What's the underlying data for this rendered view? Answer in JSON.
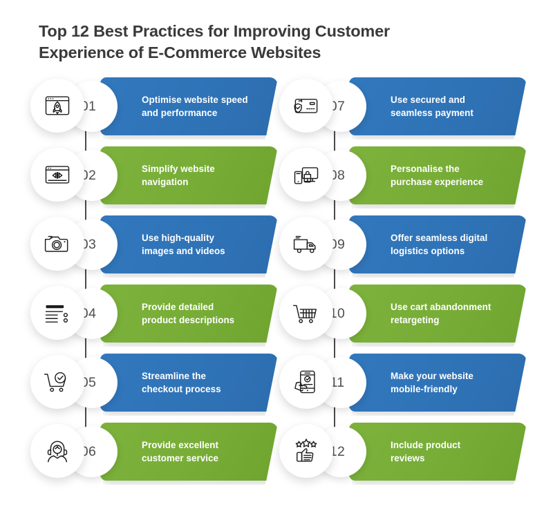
{
  "title": {
    "line1": "Top 12 Best Practices for Improving Customer",
    "line2": "Experience of E-Commerce Websites"
  },
  "colors": {
    "blue": "#2f73b7",
    "green": "#77ad36",
    "title_text": "#3a3a3a",
    "number_text": "#4f4f4f",
    "banner_text": "#ffffff",
    "spine": "#4a4a4a",
    "background": "#ffffff",
    "icon_stroke": "#1d1d1d"
  },
  "columns": [
    {
      "name": "left-column",
      "items": [
        {
          "number": "01",
          "text_line1": "Optimise website speed",
          "text_line2": "and performance",
          "color": "blue",
          "icon": "rocket-browser-icon"
        },
        {
          "number": "02",
          "text_line1": "Simplify website",
          "text_line2": "navigation",
          "color": "green",
          "icon": "browser-navigation-icon"
        },
        {
          "number": "03",
          "text_line1": "Use high-quality",
          "text_line2": "images and videos",
          "color": "blue",
          "icon": "camera-icon"
        },
        {
          "number": "04",
          "text_line1": "Provide detailed",
          "text_line2": "product descriptions",
          "color": "green",
          "icon": "description-list-icon"
        },
        {
          "number": "05",
          "text_line1": "Streamline the",
          "text_line2": "checkout process",
          "color": "blue",
          "icon": "cart-check-icon"
        },
        {
          "number": "06",
          "text_line1": "Provide excellent",
          "text_line2": "customer service",
          "color": "green",
          "icon": "support-agent-icon"
        }
      ]
    },
    {
      "name": "right-column",
      "items": [
        {
          "number": "07",
          "text_line1": "Use secured and",
          "text_line2": "seamless payment",
          "color": "blue",
          "icon": "secure-card-icon"
        },
        {
          "number": "08",
          "text_line1": "Personalise the",
          "text_line2": "purchase experience",
          "color": "green",
          "icon": "personalised-shopping-icon"
        },
        {
          "number": "09",
          "text_line1": "Offer seamless digital",
          "text_line2": "logistics options",
          "color": "blue",
          "icon": "delivery-truck-icon"
        },
        {
          "number": "10",
          "text_line1": "Use cart abandonment",
          "text_line2": "retargeting",
          "color": "green",
          "icon": "shopping-cart-icon"
        },
        {
          "number": "11",
          "text_line1": "Make your website",
          "text_line2": "mobile-friendly",
          "color": "blue",
          "icon": "mobile-hand-icon"
        },
        {
          "number": "12",
          "text_line1": "Include product",
          "text_line2": "reviews",
          "color": "green",
          "icon": "stars-thumbsup-icon"
        }
      ]
    }
  ]
}
